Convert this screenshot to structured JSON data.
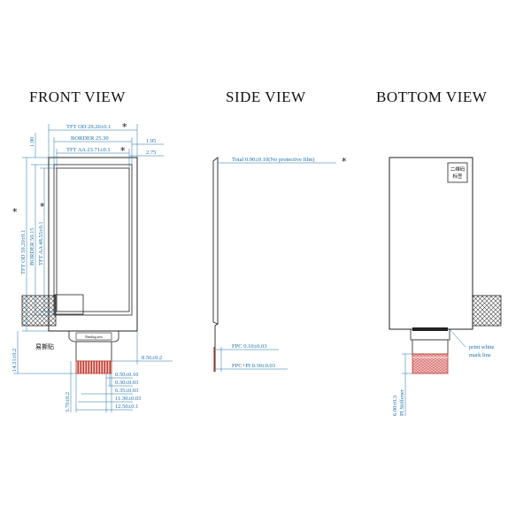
{
  "views": {
    "front": "FRONT VIEW",
    "side": "SIDE VIEW",
    "bottom": "BOTTOM VIEW"
  },
  "front_dims": {
    "tft_od_w": "TFT OD 29.20±0.1",
    "border_w": "BORDER 25.30",
    "tft_aa_w": "TFT AA 23.71±0.1",
    "d195": "1.95",
    "d275": "2.75",
    "d190": "1.90",
    "tft_od_h": "TFT OD 59.20±0.1",
    "border_h": "BORDER 50.15",
    "tft_aa_h": "TFT AA 48.55±0.1",
    "fpc_len": "14.31±0.2",
    "d856": "8.56±0.2",
    "d050": "0.50±0.10",
    "d030": "0.30±0.03",
    "d635": "6.35±0.03",
    "d1130": "11.30±0.03",
    "d1250": "12.50±0.1",
    "d370": "3.70±0.2",
    "tape_label": "易撕贴",
    "chip_label": "Bonding area"
  },
  "side_dims": {
    "total": "Total 0.90±0.10(No protective film)",
    "fpc": "FPC 0.10±0.03",
    "fpc_pi": "FPC+PI 0.30±0.03"
  },
  "bottom_dims": {
    "qr_label_1": "二维码",
    "qr_label_2": "标签",
    "print_line_1": "print white",
    "print_line_2": "mark line",
    "d600": "6.00±0.3",
    "stiffener": "PI Stiffener"
  },
  "markers": {
    "star": "*"
  },
  "colors": {
    "dimension": "#1a6fa8",
    "outline": "#222222",
    "fpc_pink": "#e8a0a0",
    "contact": "#c0392b",
    "fpc_grid": "#d46a6a"
  }
}
